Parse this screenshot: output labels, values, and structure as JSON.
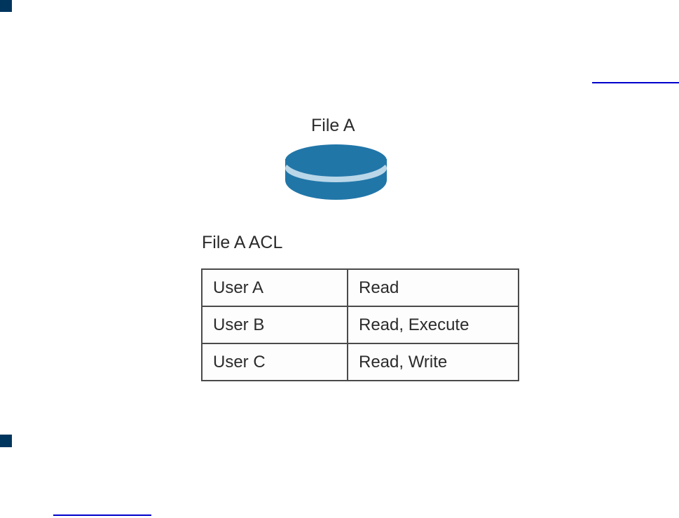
{
  "page": {
    "background": "#ffffff",
    "marker_color": "#00365e",
    "link_color": "#0000cc"
  },
  "figure": {
    "object_label": "File A",
    "object_icon": "database-cylinder-icon",
    "object_color": "#2176a8",
    "acl_title": "File A ACL",
    "acl_table": {
      "rows": [
        {
          "user": "User A",
          "permissions": "Read"
        },
        {
          "user": "User B",
          "permissions": "Read, Execute"
        },
        {
          "user": "User C",
          "permissions": "Read, Write"
        }
      ]
    }
  },
  "margin_marks": {
    "top_left_block": "navigation-marker",
    "mid_left_block": "navigation-marker",
    "top_right_rule": "link-underline",
    "bottom_left_rule": "link-underline"
  }
}
